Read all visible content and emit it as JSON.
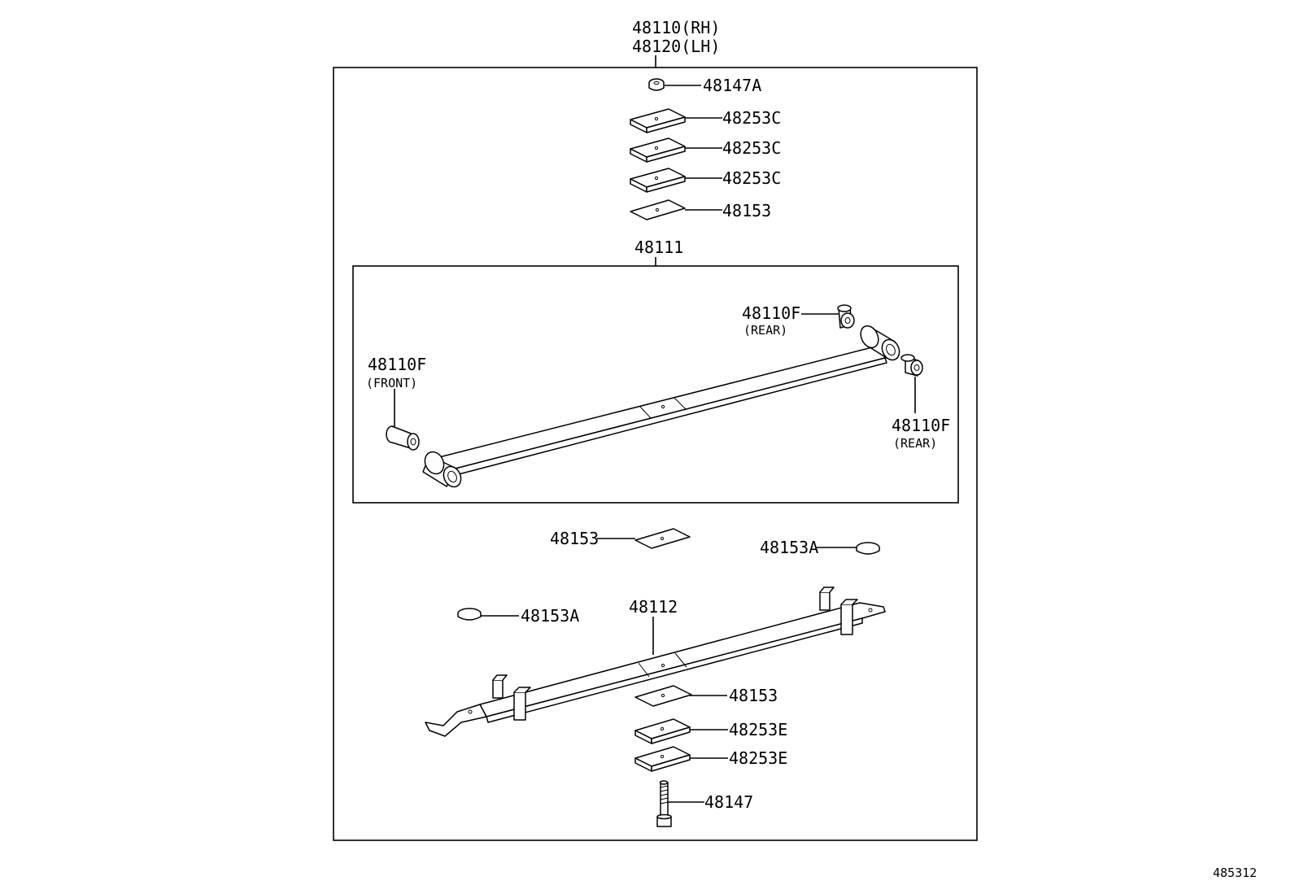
{
  "assembly": {
    "part_rh": "48110(RH)",
    "part_lh": "48120(LH)"
  },
  "upper_stack": [
    {
      "part": "48147A",
      "icon": "nut-icon"
    },
    {
      "part": "48253C",
      "icon": "spacer-plate-icon"
    },
    {
      "part": "48253C",
      "icon": "spacer-plate-icon"
    },
    {
      "part": "48253C",
      "icon": "spacer-plate-icon"
    },
    {
      "part": "48153",
      "icon": "insulator-plate-icon"
    }
  ],
  "leaf1": {
    "part": "48111",
    "bush_front": {
      "part": "48110F",
      "note": "(FRONT)"
    },
    "bush_rear_top": {
      "part": "48110F",
      "note": "(REAR)"
    },
    "bush_rear_bottom": {
      "part": "48110F",
      "note": "(REAR)"
    }
  },
  "middle": {
    "insulator": "48153",
    "pad_right": "48153A",
    "pad_left": "48153A"
  },
  "leaf2": {
    "part": "48112"
  },
  "lower_stack": [
    {
      "part": "48153",
      "icon": "insulator-plate-icon"
    },
    {
      "part": "48253E",
      "icon": "spacer-plate-icon"
    },
    {
      "part": "48253E",
      "icon": "spacer-plate-icon"
    },
    {
      "part": "48147",
      "icon": "center-bolt-icon"
    }
  ],
  "figure_code": "485312"
}
